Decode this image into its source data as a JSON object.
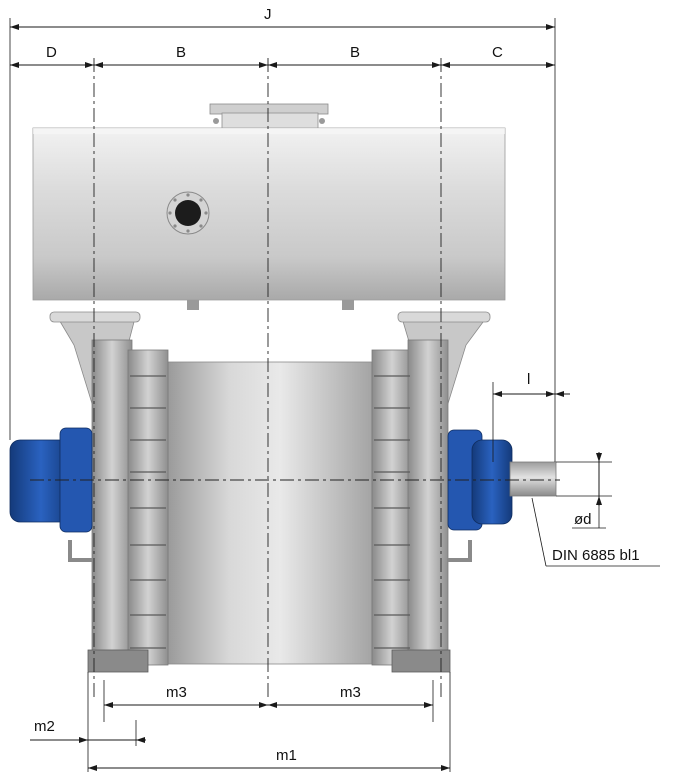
{
  "diagram": {
    "labels": {
      "J": "J",
      "D": "D",
      "B_left": "B",
      "B_right": "B",
      "C": "C",
      "l": "l",
      "od": "ød",
      "din": "DIN 6885 bl1",
      "m3_left": "m3",
      "m3_right": "m3",
      "m2": "m2",
      "m1": "m1"
    },
    "colors": {
      "steel_light": "#e6e6e6",
      "steel_mid": "#bdbdbd",
      "steel_dark": "#7c7c7c",
      "motor_blue": "#1f4fa0",
      "motor_blue_dark": "#143a7a",
      "line": "#1a1a1a"
    }
  }
}
